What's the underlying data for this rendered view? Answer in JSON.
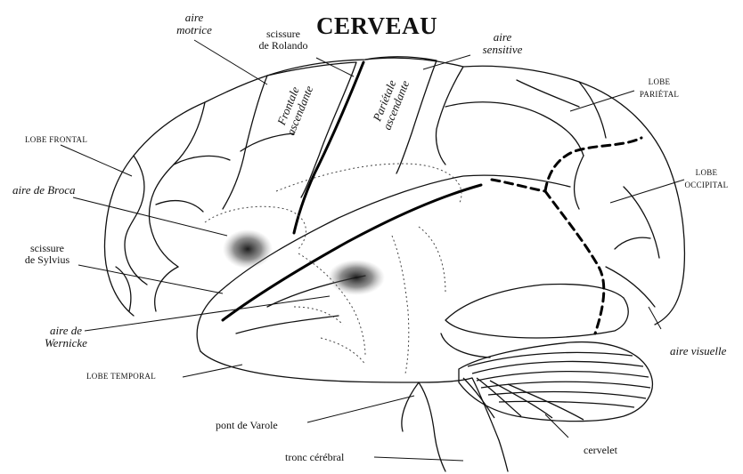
{
  "title": "CERVEAU",
  "labels": {
    "aire_motrice": [
      "aire",
      "motrice"
    ],
    "scissure_rolando": [
      "scissure",
      "de Rolando"
    ],
    "aire_sensitive": [
      "aire",
      "sensitive"
    ],
    "lobe_parietal": [
      "LOBE",
      "PARIÉTAL"
    ],
    "lobe_frontal": "LOBE FRONTAL",
    "lobe_occipital": [
      "LOBE",
      "OCCIPITAL"
    ],
    "aire_broca": "aire de Broca",
    "scissure_sylvius": [
      "scissure",
      "de Sylvius"
    ],
    "aire_wernicke": [
      "aire de",
      "Wernicke"
    ],
    "aire_visuelle": "aire visuelle",
    "lobe_temporal": "LOBE TEMPORAL",
    "pont_varole": "pont de Varole",
    "cervelet": "cervelet",
    "tronc_cerebral": "tronc cérébral",
    "frontale_ascendante": [
      "Frontale",
      "ascendante"
    ],
    "parietale_ascendante": [
      "Pariétale",
      "ascendante"
    ]
  }
}
